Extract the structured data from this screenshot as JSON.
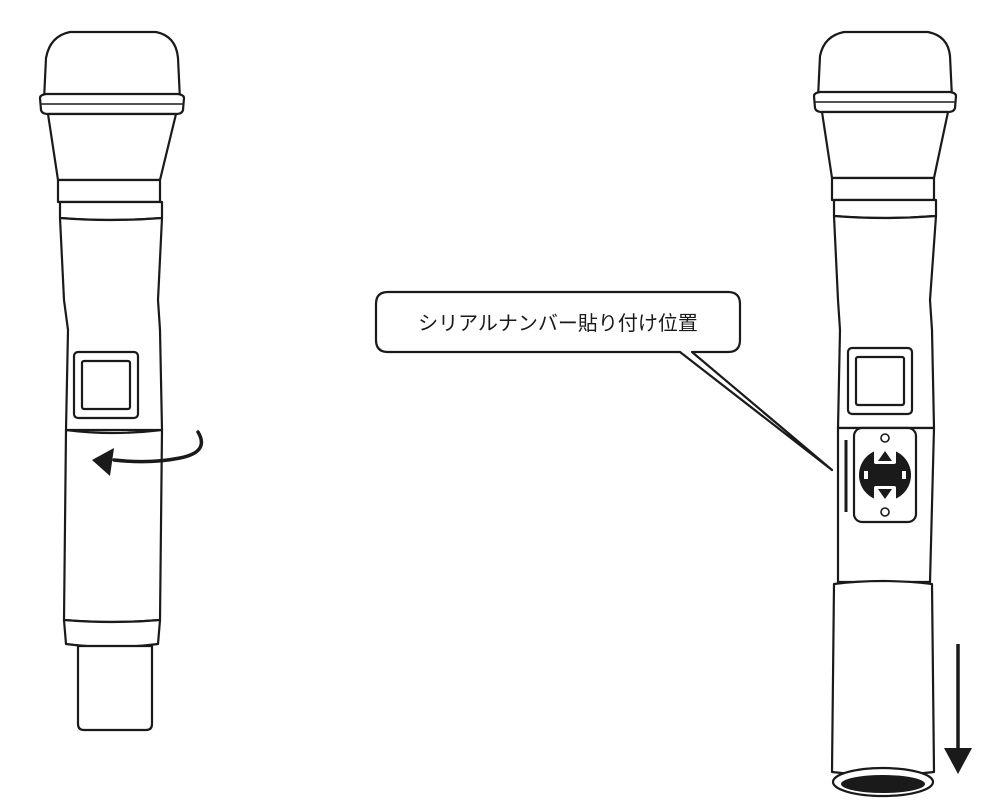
{
  "callout": {
    "label": "シリアルナンバー貼り付け位置"
  },
  "colors": {
    "line": "#1a1a1a",
    "background": "#ffffff"
  },
  "figures": [
    {
      "name": "microphone-closed",
      "action": "rotate-bottom-sleeve-counterclockwise"
    },
    {
      "name": "microphone-open",
      "action": "pull-bottom-sleeve-down"
    }
  ]
}
